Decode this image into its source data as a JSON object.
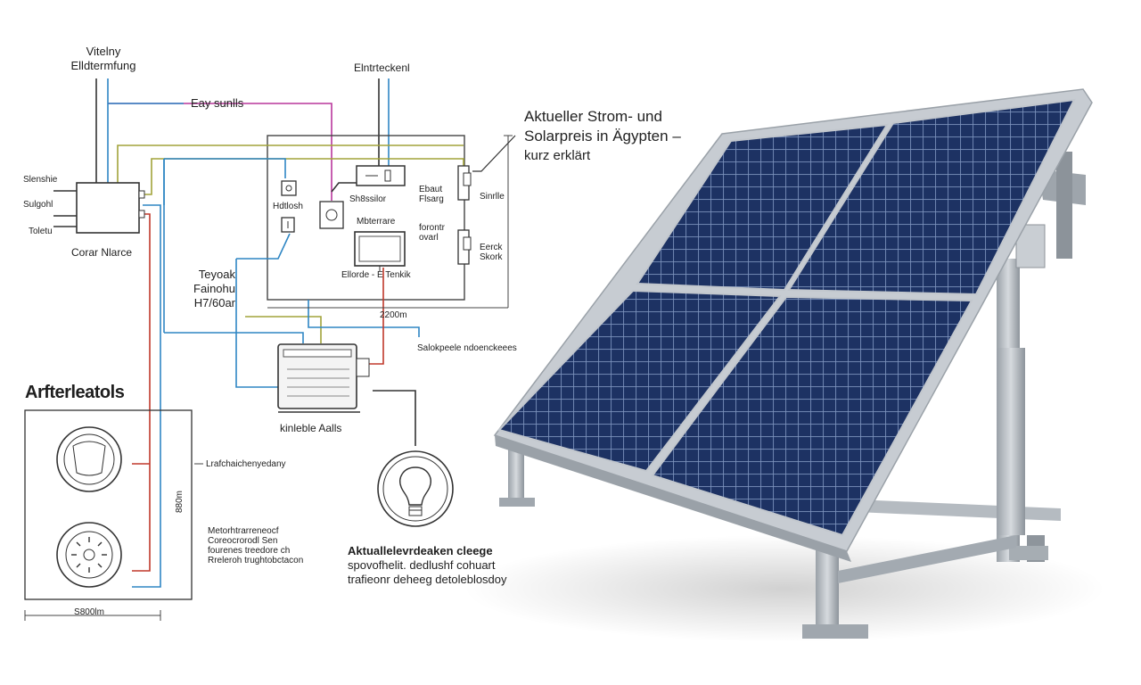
{
  "title": {
    "lines": [
      "Aktueller Strom- und",
      "Solarpreis in Ägypten –",
      "kurz erklärt"
    ]
  },
  "top_left_label": {
    "lines": [
      "Vitelny",
      "Elldtermfung"
    ]
  },
  "easy_label": "Eay sunlls",
  "top_center_label": "Elntrteckenl",
  "left_inputs": [
    "Slenshie",
    "Sulgohl",
    "Toletu"
  ],
  "converter_label": "Corar Nlarce",
  "module_labels": {
    "a": "Hdtlosh",
    "b": "Sh8ssilor",
    "monitor": "Mbterrare",
    "monitor_caption": "Ellorde - E Tenkik",
    "right_top": [
      "Ebaut",
      "Flsarg"
    ],
    "right_top_tail": "Sinrlle",
    "right_mid": [
      "forontr",
      "ovarl"
    ],
    "right_bottom": [
      "Eerck",
      "Skork"
    ]
  },
  "measure_label": "2200m",
  "side_block": [
    "Teyoak",
    "Fainohu",
    "H7/60ar"
  ],
  "inverter_right_label": "Salokpeele ndoenckeees",
  "inverter_caption": "kinleble Aalls",
  "section_heading": "Arfterleatols",
  "section_note": "Lrafchaichenyedany",
  "section_dimension": "880m",
  "section_desc": [
    "Metorhtrarreneocf",
    "Coreocrorodl Sen",
    "fourenes treedore ch",
    "Rreleroh trughtobctacon"
  ],
  "bottom_dimension": "S800lm",
  "bulb_caption": [
    "Aktuallelevrdeaken cleege",
    "spovofhelit. dedlushf cohuart",
    "trafieonr deheeg detoleblosdoy"
  ],
  "colors": {
    "wire_blue": "#2f86c4",
    "wire_red": "#c0392b",
    "wire_olive": "#a2a33a",
    "wire_magenta": "#b9379c",
    "wire_dark": "#333333",
    "panel_cell": "#1f3566",
    "panel_frame": "#b9bec6"
  }
}
